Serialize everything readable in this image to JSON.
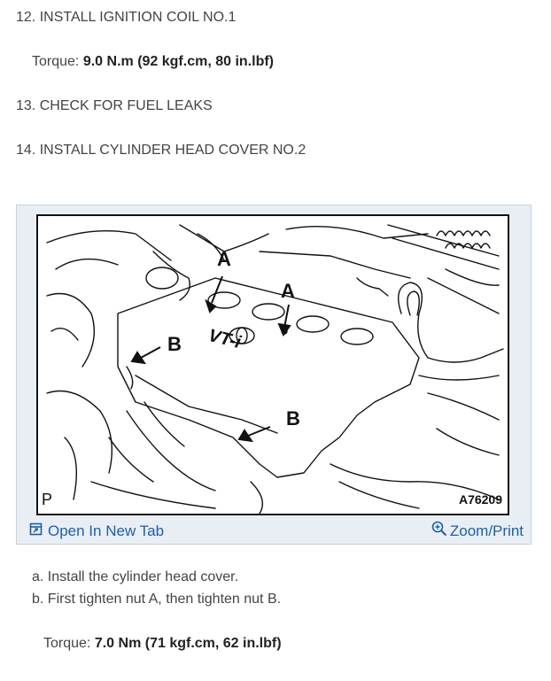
{
  "steps": {
    "s12": {
      "number": "12.",
      "text": "INSTALL IGNITION COIL NO.1"
    },
    "t12": {
      "label": "Torque:",
      "value": "9.0 N.m (92 kgf.cm, 80 in.lbf)"
    },
    "s13": {
      "number": "13.",
      "text": "CHECK FOR FUEL LEAKS"
    },
    "s14": {
      "number": "14.",
      "text": "INSTALL CYLINDER HEAD COVER NO.2"
    }
  },
  "figure": {
    "labels": {
      "a1": "A",
      "a2": "A",
      "b1": "B",
      "b2": "B"
    },
    "cover_text": "VT-i",
    "corner_left": "P",
    "figure_id": "A76209",
    "open_tab_label": "Open In New Tab",
    "zoom_label": "Zoom/Print",
    "icons": {
      "open_tab": "open-new-tab-icon",
      "zoom": "zoom-in-icon"
    },
    "link_color": "#1f5fa8"
  },
  "substeps": {
    "a": "a. Install the cylinder head cover.",
    "b": "b. First tighten nut A, then tighten nut B."
  },
  "torque_final": {
    "label": "Torque:",
    "value": "7.0 Nm (71 kgf.cm, 62 in.lbf)"
  }
}
